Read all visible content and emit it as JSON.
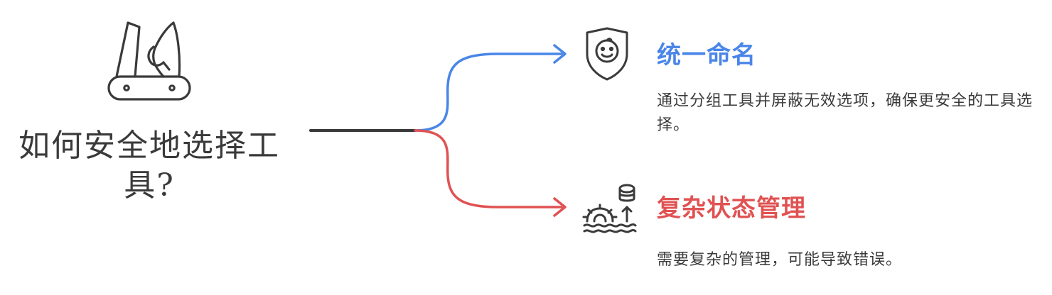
{
  "question": "如何安全地选择工具?",
  "colors": {
    "text": "#3a3a3a",
    "branch_top": "#4a86e8",
    "branch_bottom": "#e05252",
    "stem": "#3a3a3a"
  },
  "branches": [
    {
      "title": "统一命名",
      "description": "通过分组工具并屏蔽无效选项，确保更安全的工具选择。",
      "icon": "shield-face-icon",
      "color": "#4a86e8"
    },
    {
      "title": "复杂状态管理",
      "description": "需要复杂的管理，可能导致错误。",
      "icon": "gear-database-icon",
      "color": "#e05252"
    }
  ],
  "main_icon": "multitool-knife-icon"
}
